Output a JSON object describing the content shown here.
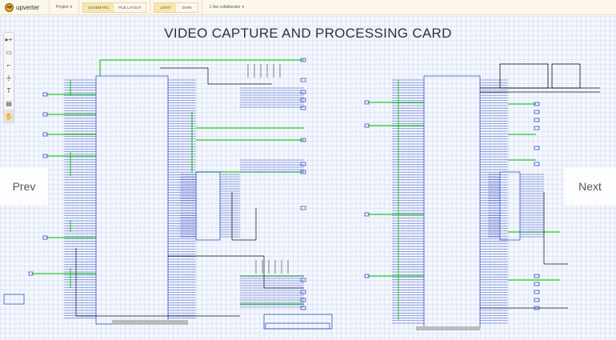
{
  "header": {
    "logo": "upverter",
    "logo_mark": "up",
    "project": "Project",
    "view_modes": [
      "SCHEMATIC",
      "PCB LAYOUT"
    ],
    "active_view": "SCHEMATIC",
    "themes": [
      "LIGHT",
      "DARK"
    ],
    "active_theme": "LIGHT",
    "collaborators": "1 live collaborator"
  },
  "toolbar": {
    "tools": [
      {
        "name": "select",
        "glyph": "▸+"
      },
      {
        "name": "component",
        "glyph": "▭"
      },
      {
        "name": "wire",
        "glyph": "⌐"
      },
      {
        "name": "ground",
        "glyph": "⏚"
      },
      {
        "name": "text",
        "glyph": "T"
      },
      {
        "name": "note",
        "glyph": "▤"
      },
      {
        "name": "pan",
        "glyph": "✋"
      }
    ]
  },
  "title": "VIDEO CAPTURE AND PROCESSING CARD",
  "nav": {
    "prev": "Prev",
    "next": "Next"
  },
  "colors": {
    "wire": "#3a55c8",
    "net": "#22cc22",
    "bus": "#111111",
    "grid": "#dfe6f6"
  }
}
